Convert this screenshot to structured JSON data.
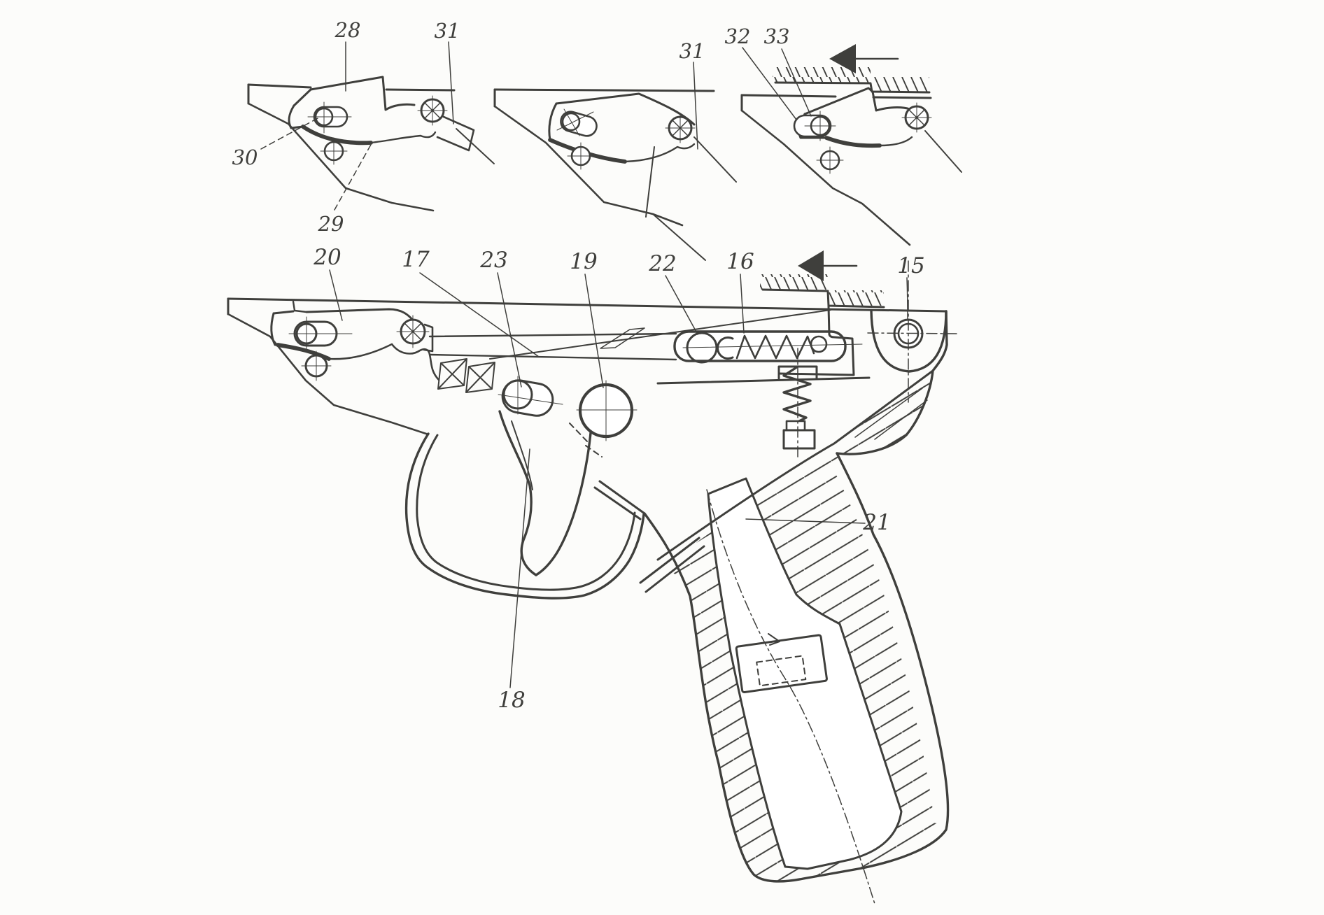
{
  "figure": {
    "kind": "patent-style technical sectional drawing of a pistol trigger mechanism",
    "background": "#fcfcfa",
    "ink_color": "#3f3f3c",
    "arrow_fill": "#3f3f3c",
    "views": [
      {
        "id": "detail-view-1",
        "position": "top-left",
        "part_labels": [
          "28",
          "31",
          "30",
          "29"
        ]
      },
      {
        "id": "detail-view-2",
        "position": "top-center",
        "part_labels": [
          "31"
        ]
      },
      {
        "id": "detail-view-3",
        "position": "top-right",
        "part_labels": [
          "32",
          "33"
        ],
        "icons": [
          "direction-arrow-left",
          "fixed-surface-hatching"
        ]
      },
      {
        "id": "main-assembly-view",
        "position": "bottom",
        "part_labels": [
          "20",
          "17",
          "23",
          "19",
          "22",
          "16",
          "15",
          "21",
          "18"
        ],
        "icons": [
          "direction-arrow-left",
          "fixed-surface-hatching"
        ]
      }
    ]
  },
  "views": {
    "detail1": {
      "labels": {
        "n28": "28",
        "n31": "31",
        "n30": "30",
        "n29": "29"
      }
    },
    "detail2": {
      "labels": {
        "n31": "31"
      }
    },
    "detail3": {
      "labels": {
        "n32": "32",
        "n33": "33"
      }
    },
    "main": {
      "labels": {
        "n20": "20",
        "n17": "17",
        "n23": "23",
        "n19": "19",
        "n22": "22",
        "n16": "16",
        "n15": "15",
        "n21": "21",
        "n18": "18"
      }
    }
  }
}
